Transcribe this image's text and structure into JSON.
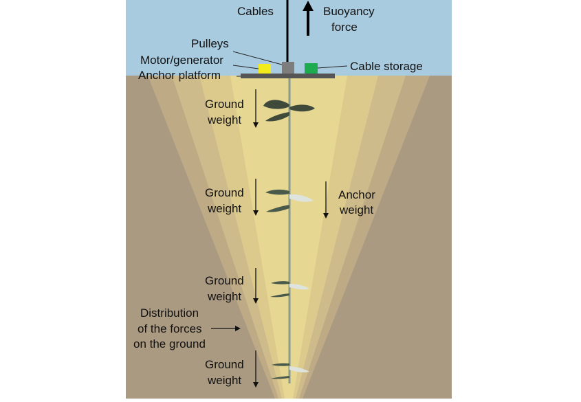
{
  "labels": {
    "cables": "Cables",
    "buoyancy_line1": "Buoyancy",
    "buoyancy_line2": "force",
    "pulleys": "Pulleys",
    "motor_generator": "Motor/generator",
    "cable_storage": "Cable storage",
    "anchor_platform": "Anchor platform",
    "ground_weight_line1": "Ground",
    "ground_weight_line2": "weight",
    "anchor_weight_line1": "Anchor",
    "anchor_weight_line2": "weight",
    "distribution_line1": "Distribution",
    "distribution_line2": "of the forces",
    "distribution_line3": "on the ground"
  },
  "colors": {
    "sky": "#a9cbe0",
    "ground": "#ab9a82",
    "cone": "#ead98f",
    "platform": "#555555",
    "motor": "#f4ec1a",
    "pulley": "#7d7d7d",
    "cable_storage": "#1dab4f",
    "leaf": "#3f4a3b"
  },
  "ground_weight_count": 4
}
